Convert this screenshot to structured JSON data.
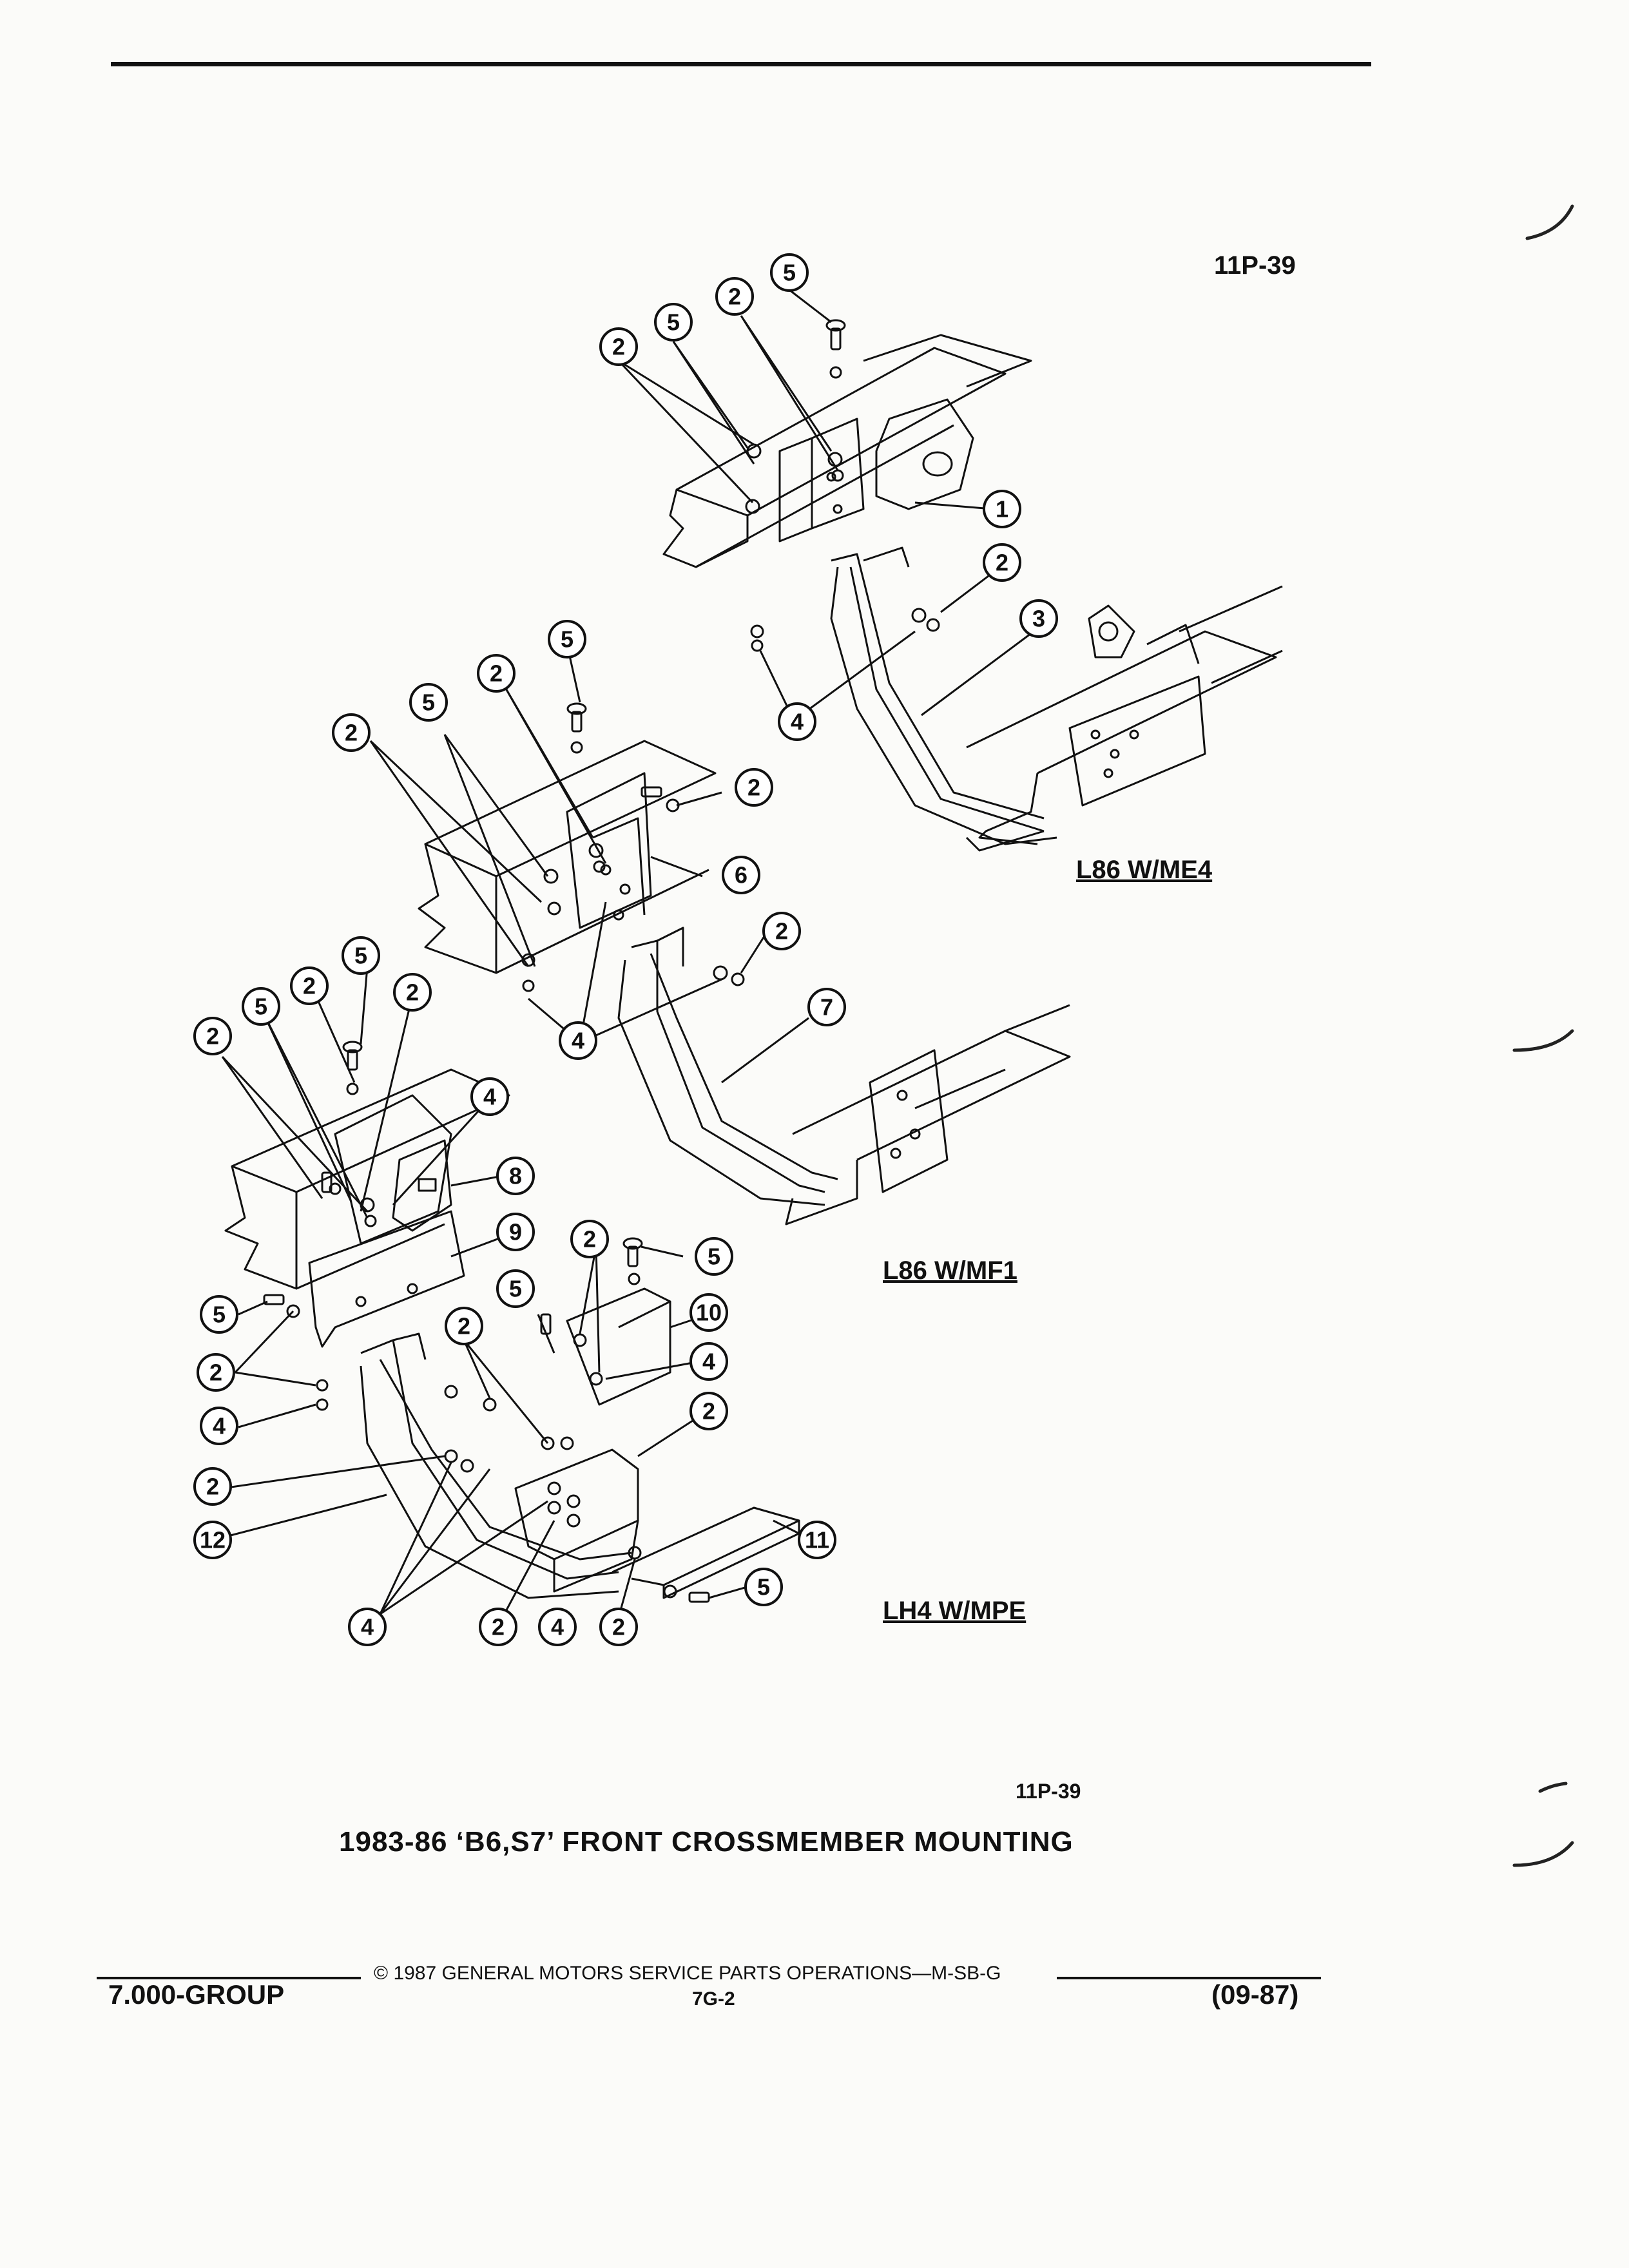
{
  "figure_id_top": "11P-39",
  "figure_id_bottom": "11P-39",
  "caption": "1983-86 ‘B6,S7’ FRONT CROSSMEMBER MOUNTING",
  "variant_labels": {
    "me4": "L86 W/ME4",
    "mf1": "L86 W/MF1",
    "mpe": "LH4 W/MPE"
  },
  "footer": {
    "group": "7.000-GROUP",
    "copyright": "© 1987 GENERAL MOTORS SERVICE PARTS OPERATIONS—M-SB-G",
    "page": "7G-2",
    "date": "(09-87)"
  },
  "callouts": {
    "me4": [
      "5",
      "2",
      "5",
      "2",
      "1",
      "2",
      "3",
      "4"
    ],
    "mf1": [
      "5",
      "2",
      "5",
      "2",
      "2",
      "6",
      "2",
      "7",
      "4"
    ],
    "mpe": [
      "5",
      "2",
      "2",
      "5",
      "2",
      "4",
      "8",
      "9",
      "5",
      "2",
      "4",
      "2",
      "12",
      "2",
      "5",
      "5",
      "2",
      "10",
      "4",
      "2",
      "11",
      "5",
      "4",
      "2",
      "4",
      "2"
    ]
  }
}
